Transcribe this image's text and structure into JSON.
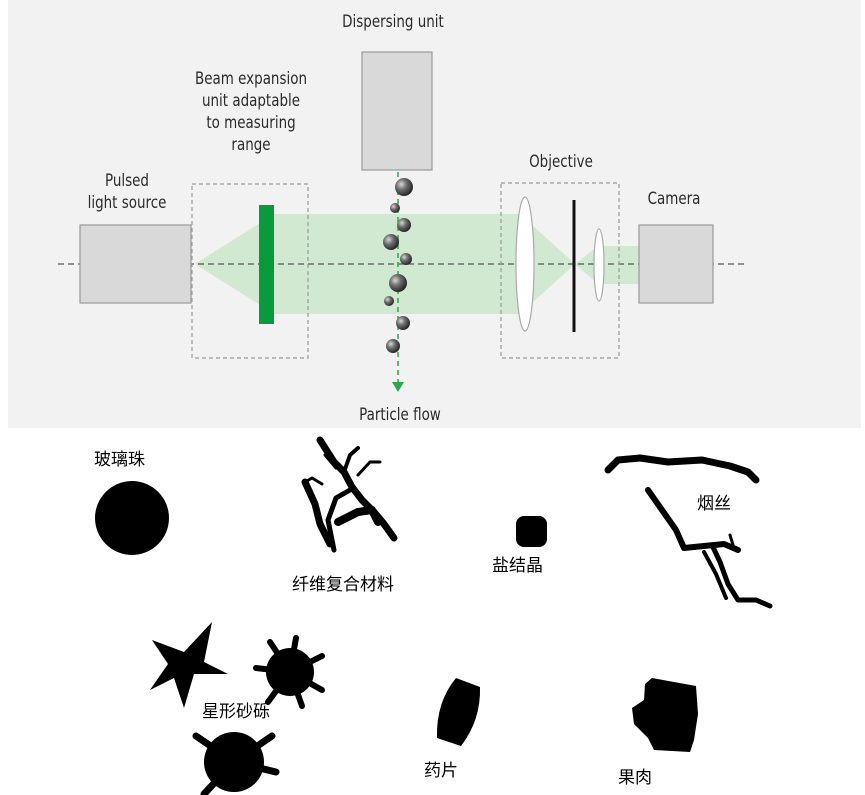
{
  "schematic": {
    "labels": {
      "dispersing_unit": "Dispersing unit",
      "beam_expansion": "Beam expansion\nunit adaptable\nto measuring\nrange",
      "pulsed_light_source": "Pulsed\nlight source",
      "objective": "Objective",
      "camera": "Camera",
      "particle_flow": "Particle flow"
    },
    "colors": {
      "panel_bg": "#f2f2f2",
      "box_fill": "#d9d9d9",
      "box_stroke": "#9a9a9a",
      "beam": "#cfe8cf",
      "filter_green": "#0a9a3c",
      "flow_arrow": "#2aa84a"
    }
  },
  "samples": {
    "glass_beads": "玻璃珠",
    "fiber_composite": "纤维复合材料",
    "salt_crystal": "盐结晶",
    "tobacco_shreds": "烟丝",
    "star_sand": "星形砂砾",
    "tablet": "药片",
    "pulp": "果肉"
  }
}
